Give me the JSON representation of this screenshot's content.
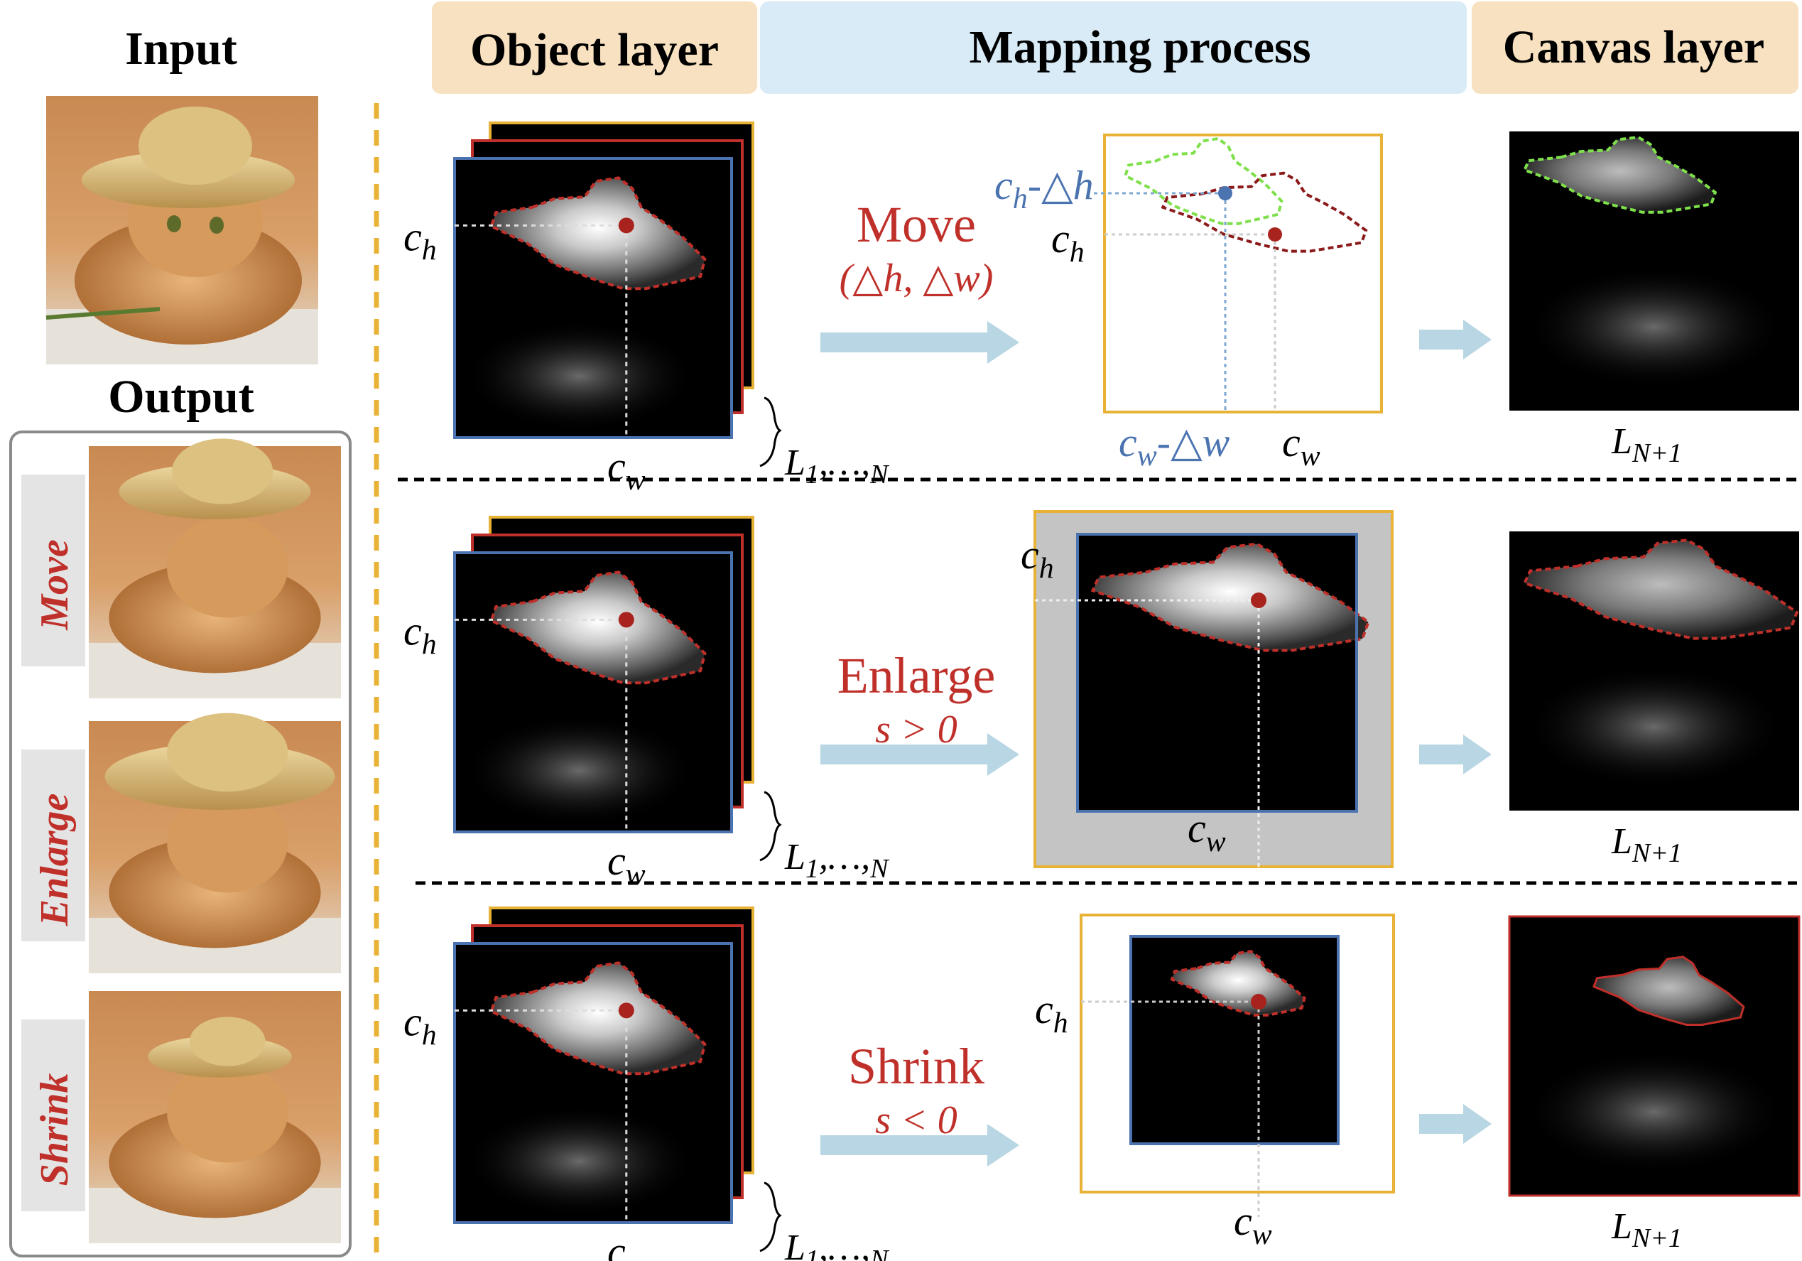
{
  "header": {
    "input": "Input",
    "output": "Output",
    "object_layer": "Object layer",
    "mapping_process": "Mapping process",
    "canvas_layer": "Canvas layer"
  },
  "output_labels": [
    "Move",
    "Enlarge",
    "Shrink"
  ],
  "symbols": {
    "ch": "c",
    "ch_sub": "h",
    "cw": "c",
    "cw_sub": "w",
    "layers": "L",
    "layers_sub1": "1",
    "layers_mid": ",…,",
    "layers_subN": "N",
    "canvas": "L",
    "canvas_sub": "N+1",
    "ch_minus_dh": "-△h",
    "cw_minus_dw": "-△w"
  },
  "rows": [
    {
      "op": "Move",
      "param": "(△h, △w)"
    },
    {
      "op": "Enlarge",
      "param": "s > 0"
    },
    {
      "op": "Shrink",
      "param": "s < 0"
    }
  ],
  "colors": {
    "orange": "#e8b236",
    "blue": "#4a73b0",
    "red": "#c0302a",
    "green": "#7ee04a",
    "arrow": "#b8d6e3",
    "header_tan": "#f7e1c0",
    "header_blue": "#d8ebf7"
  }
}
